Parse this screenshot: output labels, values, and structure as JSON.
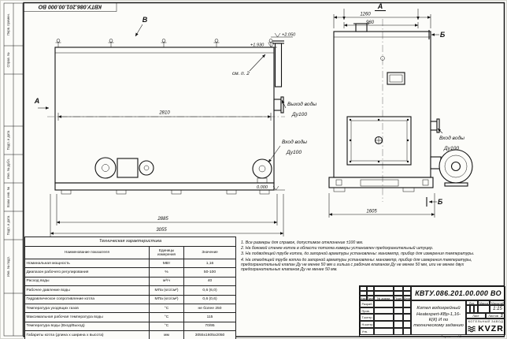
{
  "sheet": {
    "stamp_top": "КВТУ.086.201.00.000 ВО",
    "format_label": "Формат",
    "format_value": "А3",
    "side_labels": [
      "Перв. примен.",
      "Справ. №",
      "Подп. и дата",
      "Инв. № дубл.",
      "Взам. инв. №",
      "Подп. и дата",
      "Инв. № подл."
    ]
  },
  "side_view": {
    "arrow_label": "А",
    "section_label": "В",
    "note_ref": "см. п. 2",
    "elev_top": "+2.050",
    "elev_mid": "+1.930",
    "elev_zero": "0.000",
    "dim_body": "2810",
    "dim_mid": "2885",
    "dim_total": "3055",
    "outlet_line1": "Выход воды",
    "outlet_line2": "Ду100",
    "inlet_line1": "Вход воды",
    "inlet_line2": "Ду100"
  },
  "front_view": {
    "view_label": "А",
    "section_label": "Б",
    "dim_top": "1260",
    "dim_inner": "960",
    "dim_base": "1605",
    "inlet_line1": "Вход воды",
    "inlet_line2": "Ду100"
  },
  "spec_table": {
    "title": "Техническая характеристика",
    "headers": [
      "Наименование показателя",
      "Единицы измерения",
      "Значение"
    ],
    "rows": [
      [
        "Номинальная мощность",
        "МВт",
        "1,16"
      ],
      [
        "Диапазон рабочего регулирования",
        "%",
        "50-100"
      ],
      [
        "Расход воды",
        "м³/ч",
        "40"
      ],
      [
        "Рабочее давление воды",
        "МПа (кгс/см²)",
        "0,6 (6,0)"
      ],
      [
        "Гидравлическое сопротивление котла",
        "МПа (кгс/см²)",
        "0,6 (0,6)"
      ],
      [
        "Температура уходящих газов",
        "°С",
        "не более 250"
      ],
      [
        "Максимальная рабочая температура воды",
        "°С",
        "115"
      ],
      [
        "Температура воды (Вход/Выход)",
        "°С",
        "70/95"
      ],
      [
        "Габариты котла (длина х ширина х высота)",
        "мм",
        "3055х1605х2050"
      ]
    ]
  },
  "notes": [
    "1. Все размеры для справок, допустимое отклонение ±100 мм.",
    "2. На боковой стенке котла в области потолка камеры установлен предохранительный штуцер.",
    "3. На подводящей трубе котла, до запорной арматуры установлены: манометр, прибор для измерения температуры.",
    "4. На отводящей трубе котла до запорной арматуры установлены: манометр, прибор для измерения температуры, предохранительный клапан Ду не менее 50 мм и гильза с рабочим клапаном Ду не менее 50 мм, или не менее двух предохранительных клапанов Ду не менее 50 мм."
  ],
  "title_block": {
    "designation": "КВТУ.086.201.00.000 ВО",
    "product_name": "Котел водогрейный Heatexpert-КВр-1,16-К(К) И по техническому заданию",
    "change_headers": [
      "Изм.",
      "Лист",
      "№ докум.",
      "Подп.",
      "Дата"
    ],
    "staff_labels": [
      "Разраб.",
      "Пров.",
      "Т.контр.",
      "Н.контр.",
      "Утв."
    ],
    "lit_label": "Лит.",
    "mass_label": "Масса",
    "scale_label": "Масштаб",
    "scale_value": "1:15",
    "sheet_label": "Лист",
    "sheets_label": "Листов",
    "sheets_value": "2",
    "org_line1": "КОТЕЛЬНЫЙ ЗАВОД",
    "org_logo": "KVZR"
  }
}
